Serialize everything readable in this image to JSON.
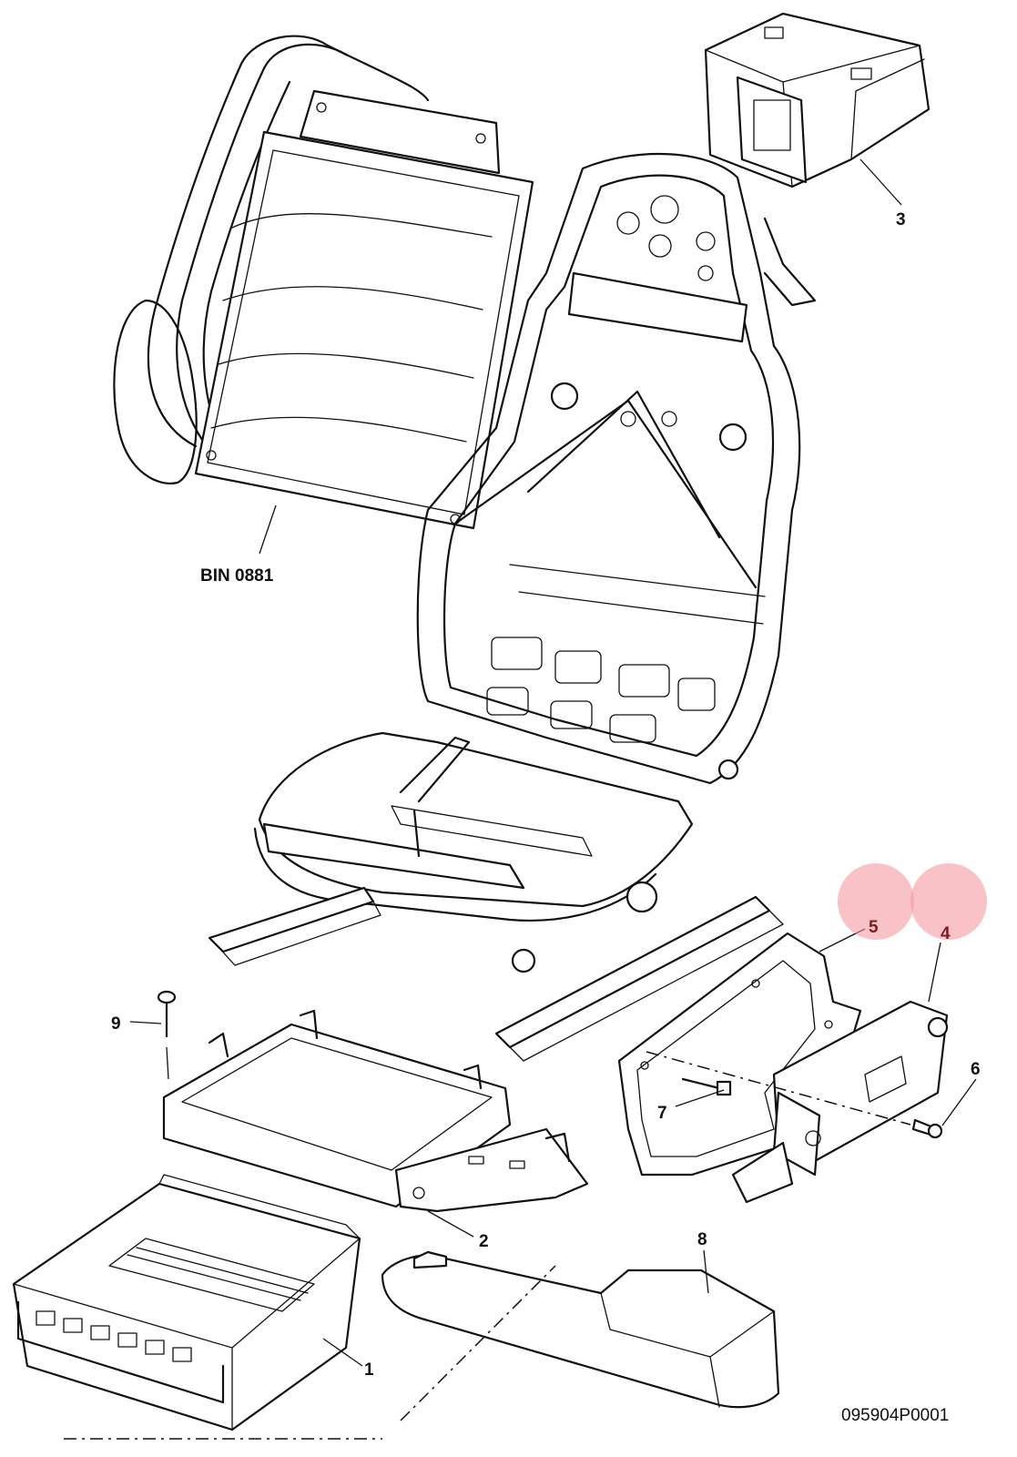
{
  "diagram": {
    "callouts": [
      {
        "id": "bin",
        "text": "BIN 0881"
      },
      {
        "id": "1",
        "text": "1"
      },
      {
        "id": "2",
        "text": "2"
      },
      {
        "id": "3",
        "text": "3"
      },
      {
        "id": "4",
        "text": "4"
      },
      {
        "id": "5",
        "text": "5"
      },
      {
        "id": "6",
        "text": "6"
      },
      {
        "id": "7",
        "text": "7"
      },
      {
        "id": "8",
        "text": "8"
      },
      {
        "id": "9",
        "text": "9"
      }
    ],
    "highlight_color": "#f39aa0",
    "highlighted_callouts": [
      "4",
      "5"
    ],
    "figure_code": "095904P0001"
  }
}
